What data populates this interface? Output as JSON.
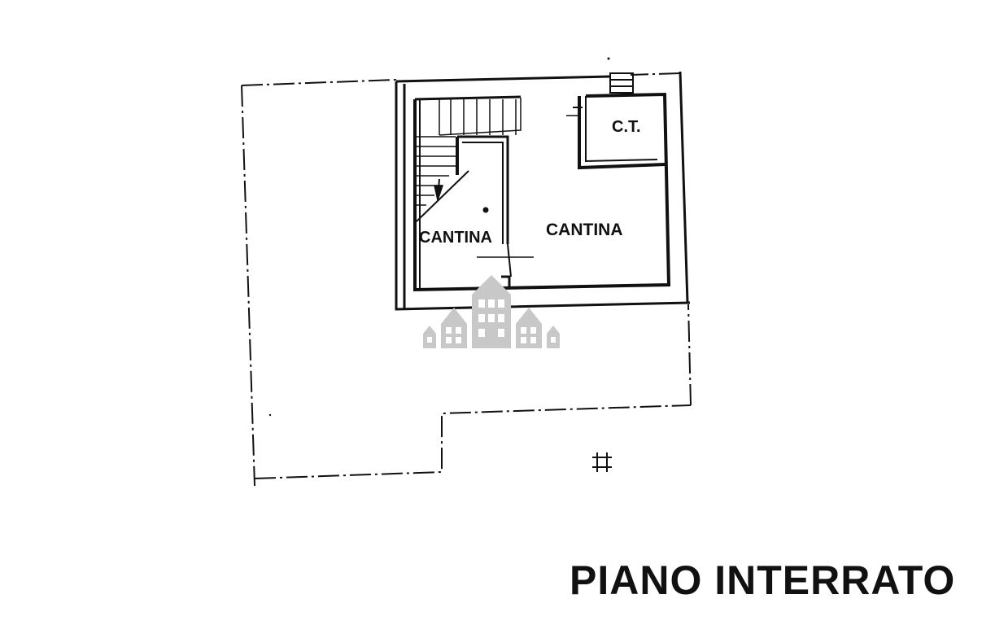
{
  "plan": {
    "title": "PIANO INTERRATO",
    "rooms": {
      "ct": "C.T.",
      "cantina_left": "CANTINA",
      "cantina_right": "CANTINA"
    }
  },
  "colors": {
    "line": "#111111",
    "watermark": "#c8c8c8"
  },
  "icons": [
    "house-watermark-icon",
    "north-marker-icon"
  ]
}
